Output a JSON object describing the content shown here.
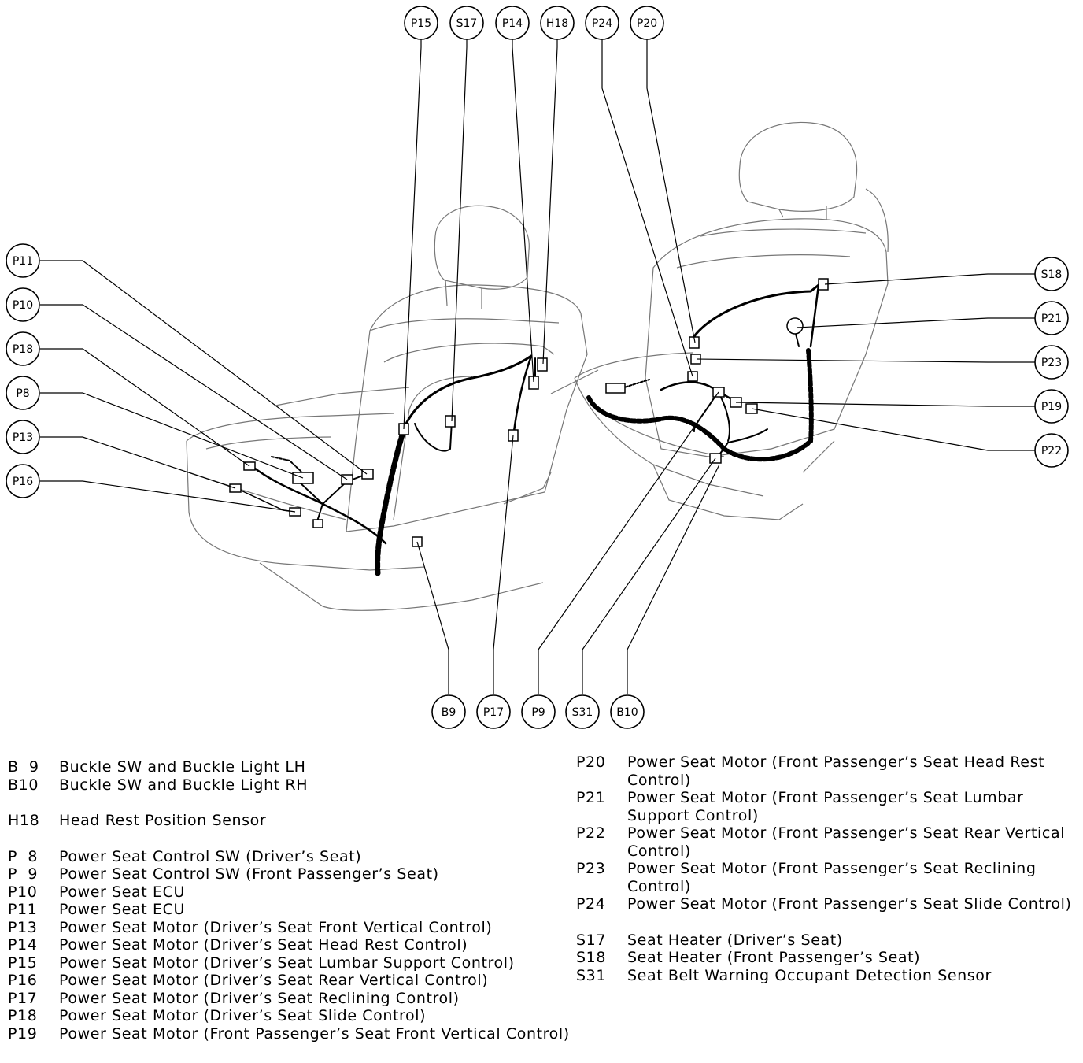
{
  "callouts": {
    "P15": "P15",
    "S17": "S17",
    "P14": "P14",
    "H18": "H18",
    "P24": "P24",
    "P20": "P20",
    "P11": "P11",
    "P10": "P10",
    "P18": "P18",
    "P8": "P8",
    "P13": "P13",
    "P16": "P16",
    "S18": "S18",
    "P21": "P21",
    "P23": "P23",
    "P19": "P19",
    "P22": "P22",
    "B9": "B9",
    "P17": "P17",
    "P9": "P9",
    "S31": "S31",
    "B10": "B10"
  },
  "legend_left": [
    {
      "code": "B  9",
      "desc": "Buckle SW and Buckle Light LH"
    },
    {
      "code": "B10",
      "desc": "Buckle SW and Buckle Light RH"
    },
    {
      "code": "H18",
      "desc": "Head Rest Position Sensor"
    },
    {
      "code": "P  8",
      "desc": "Power Seat Control SW (Driver’s Seat)"
    },
    {
      "code": "P  9",
      "desc": "Power Seat Control SW (Front Passenger’s Seat)"
    },
    {
      "code": "P10",
      "desc": "Power Seat ECU"
    },
    {
      "code": "P11",
      "desc": "Power Seat ECU"
    },
    {
      "code": "P13",
      "desc": "Power Seat Motor (Driver’s Seat Front Vertical Control)"
    },
    {
      "code": "P14",
      "desc": "Power Seat Motor (Driver’s Seat Head Rest Control)"
    },
    {
      "code": "P15",
      "desc": "Power Seat Motor (Driver’s Seat Lumbar Support Control)"
    },
    {
      "code": "P16",
      "desc": "Power Seat Motor (Driver’s Seat Rear Vertical Control)"
    },
    {
      "code": "P17",
      "desc": "Power Seat Motor (Driver’s Seat Reclining Control)"
    },
    {
      "code": "P18",
      "desc": "Power Seat Motor (Driver’s Seat Slide Control)"
    },
    {
      "code": "P19",
      "desc": "Power Seat Motor (Front Passenger’s Seat Front Vertical Control)"
    }
  ],
  "legend_right": [
    {
      "code": "P20",
      "desc": "Power Seat Motor (Front Passenger’s Seat Head Rest  Control)"
    },
    {
      "code": "P21",
      "desc": "Power Seat Motor (Front Passenger’s Seat Lumbar Support  Control)"
    },
    {
      "code": "P22",
      "desc": "Power Seat Motor (Front Passenger’s Seat Rear Vertical  Control)"
    },
    {
      "code": "P23",
      "desc": "Power Seat Motor (Front Passenger’s Seat Reclining  Control)"
    },
    {
      "code": "P24",
      "desc": "Power Seat Motor (Front Passenger’s Seat Slide Control)"
    },
    {
      "code": "S17",
      "desc": "Seat Heater (Driver’s Seat)"
    },
    {
      "code": "S18",
      "desc": "Seat Heater (Front Passenger’s Seat)"
    },
    {
      "code": "S31",
      "desc": "Seat Belt Warning Occupant Detection Sensor"
    }
  ]
}
